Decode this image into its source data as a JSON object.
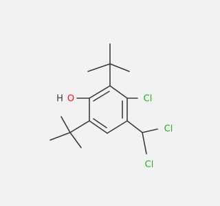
{
  "colors": {
    "background": "#f2f2f2",
    "bond": "#3a3a3a",
    "oxygen": "#ff0d0d",
    "hydrogen": "#3a3a3a",
    "chlorine": "#22b022"
  },
  "labels": {
    "hydroxyl_h": "H",
    "hydroxyl_o": "O",
    "ring_cl": "Cl",
    "chcl2_cl_top": "Cl",
    "chcl2_cl_bottom": "Cl"
  }
}
